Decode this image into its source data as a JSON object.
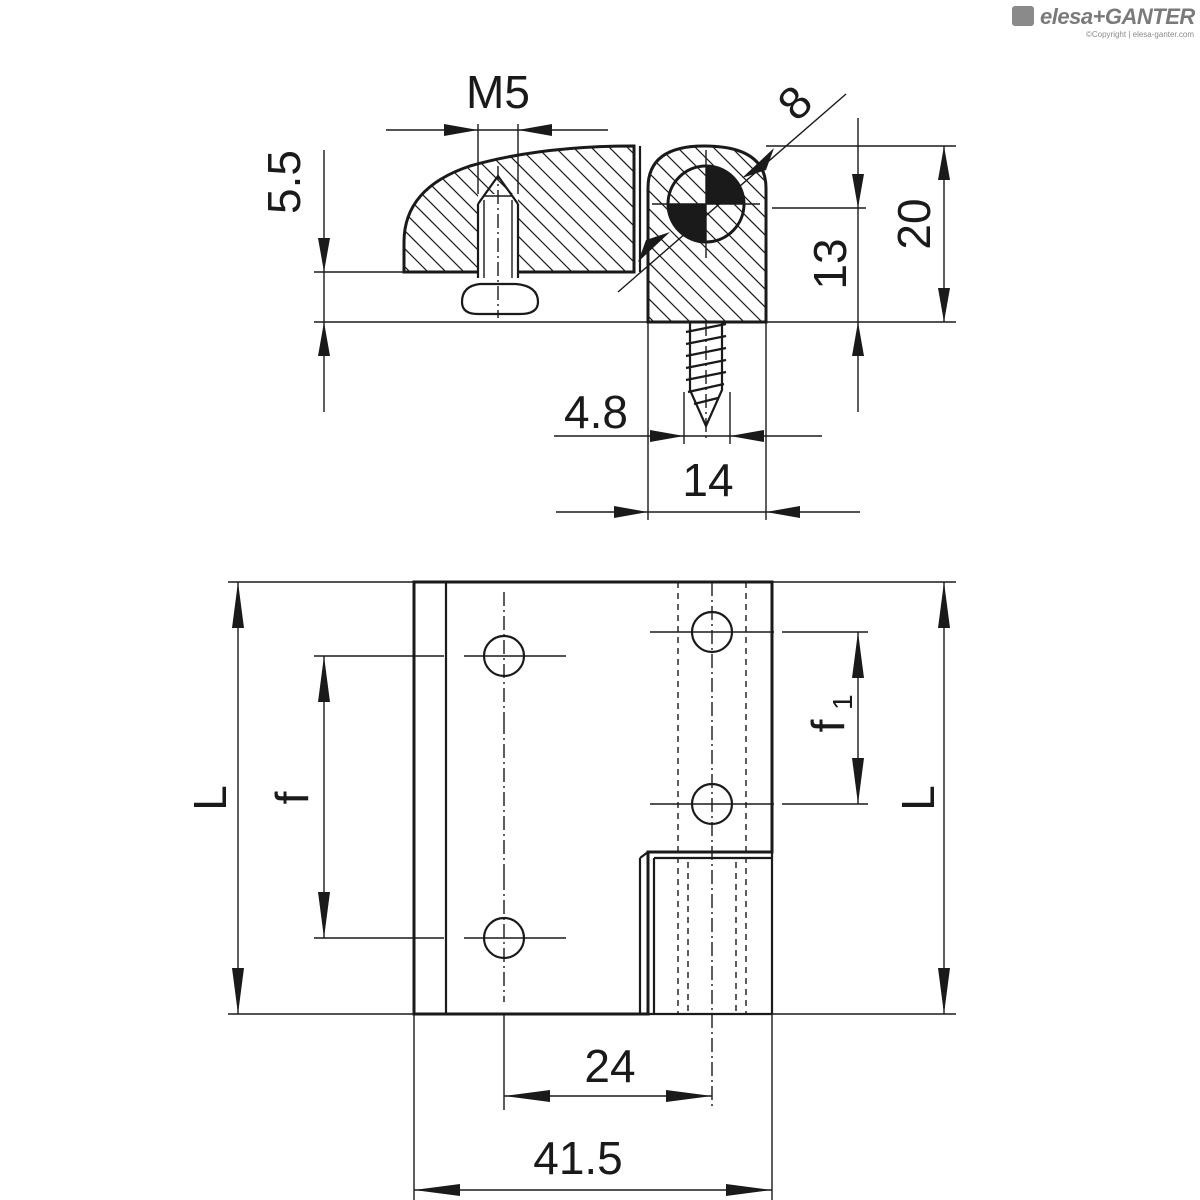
{
  "brand": {
    "name": "elesa+GANTER",
    "copyright": "©Copyright | elesa-ganter.com"
  },
  "top_view": {
    "thread": "M5",
    "hole_dia": "8",
    "height_5_5": "5.5",
    "height_20": "20",
    "height_13": "13",
    "width_4_8": "4.8",
    "width_14": "14"
  },
  "front_view": {
    "length_left": "L",
    "length_right": "L",
    "pitch_f": "f",
    "pitch_f1_main": "f",
    "pitch_f1_sub": "1",
    "spacing_24": "24",
    "width_41_5": "41.5"
  }
}
